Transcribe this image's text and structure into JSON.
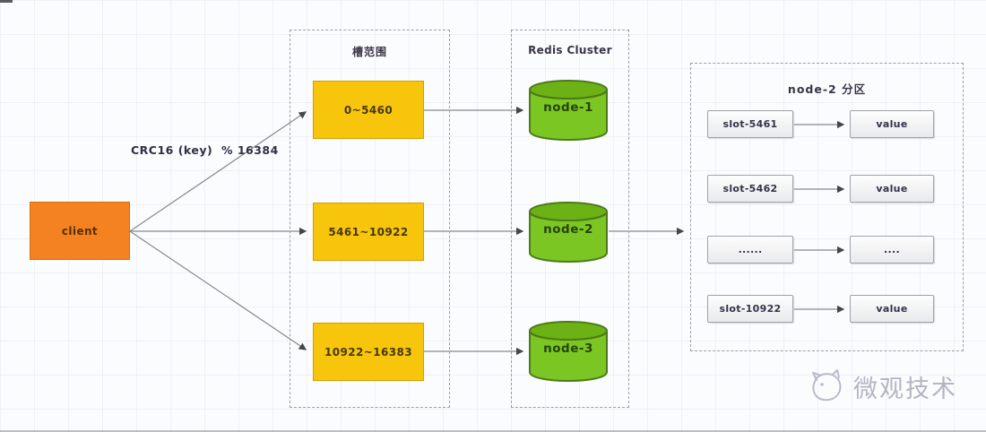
{
  "client": {
    "label": "client"
  },
  "hash_label": "CRC16 (key)  % 16384",
  "slot_range_group": {
    "title": "槽范围",
    "slots": [
      {
        "label": "0~5460"
      },
      {
        "label": "5461~10922"
      },
      {
        "label": "10922~16383"
      }
    ]
  },
  "redis_cluster_group": {
    "title": "Redis Cluster",
    "nodes": [
      {
        "label": "node-1"
      },
      {
        "label": "node-2"
      },
      {
        "label": "node-3"
      }
    ]
  },
  "partition_group": {
    "title": "node-2 分区",
    "rows": [
      {
        "slot": "slot-5461",
        "value": "value"
      },
      {
        "slot": "slot-5462",
        "value": "value"
      },
      {
        "slot": "......",
        "value": "...."
      },
      {
        "slot": "slot-10922",
        "value": "value"
      }
    ]
  },
  "watermark": {
    "text": "微观技术"
  },
  "colors": {
    "client_fill": "#f58220",
    "client_border": "#d66e0c",
    "slot_fill": "#f7c60c",
    "slot_border": "#d79b00",
    "node_fill": "#7cc623",
    "node_top_fill": "#6cb214",
    "node_border": "#4c7a1b",
    "arrow": "#85888f",
    "grid_line": "#eef1f6",
    "background": "#fbfcfe"
  }
}
